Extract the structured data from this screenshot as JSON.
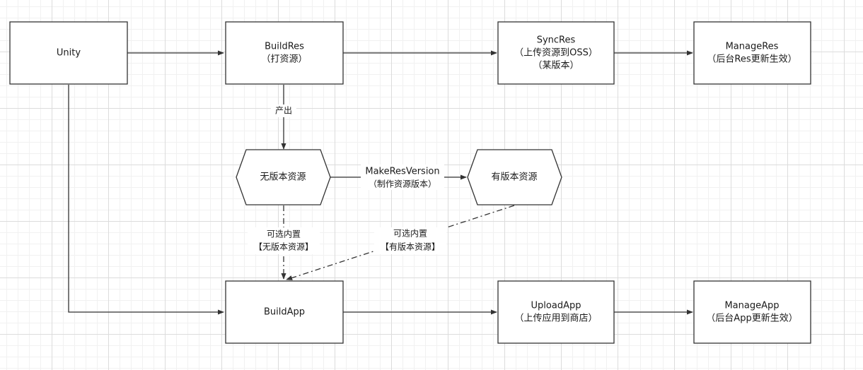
{
  "nodes": {
    "unity": {
      "label": "Unity"
    },
    "build_res": {
      "label": "BuildRes",
      "sub": "（打资源）"
    },
    "sync_res": {
      "label": "SyncRes",
      "sub": "（上传资源到OSS）",
      "sub2": "（某版本）"
    },
    "manage_res": {
      "label": "ManageRes",
      "sub": "（后台Res更新生效）"
    },
    "unversioned": {
      "label": "无版本资源"
    },
    "versioned": {
      "label": "有版本资源"
    },
    "build_app": {
      "label": "BuildApp"
    },
    "upload_app": {
      "label": "UploadApp",
      "sub": "（上传应用到商店）"
    },
    "manage_app": {
      "label": "ManageApp",
      "sub": "（后台App更新生效）"
    }
  },
  "edges": {
    "produce": {
      "label": "产出"
    },
    "make_res_version": {
      "label": "MakeResVersion",
      "sub": "（制作资源版本）"
    },
    "optional_unversioned": {
      "label": "可选内置",
      "sub": "【无版本资源】"
    },
    "optional_versioned": {
      "label": "可选内置",
      "sub": "【有版本资源】"
    }
  },
  "colors": {
    "stroke": "#333333",
    "fill": "#ffffff",
    "grid": "#dcdcdc"
  }
}
